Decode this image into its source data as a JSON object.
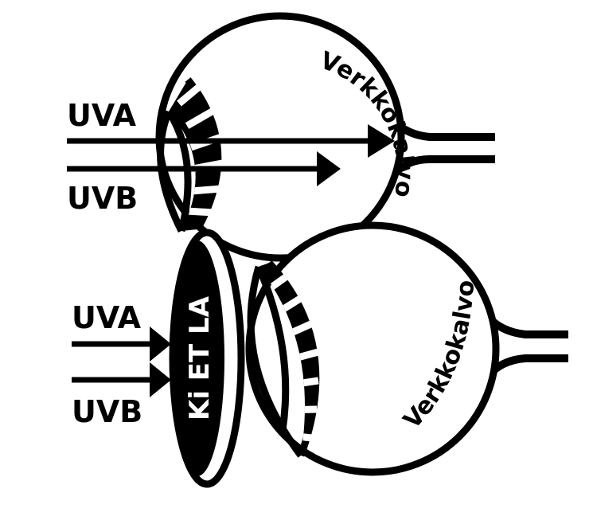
{
  "top_eye": {
    "label_uva": "UVA",
    "label_uvb": "UVB",
    "retina_label": "Verkkokalvo"
  },
  "bottom_eye": {
    "label_uva": "UVA",
    "label_uvb": "UVB",
    "retina_label": "Verkkokalvo",
    "lens_label": "Ki ET LA"
  },
  "colors": {
    "stroke": "#000000",
    "background": "#ffffff"
  }
}
